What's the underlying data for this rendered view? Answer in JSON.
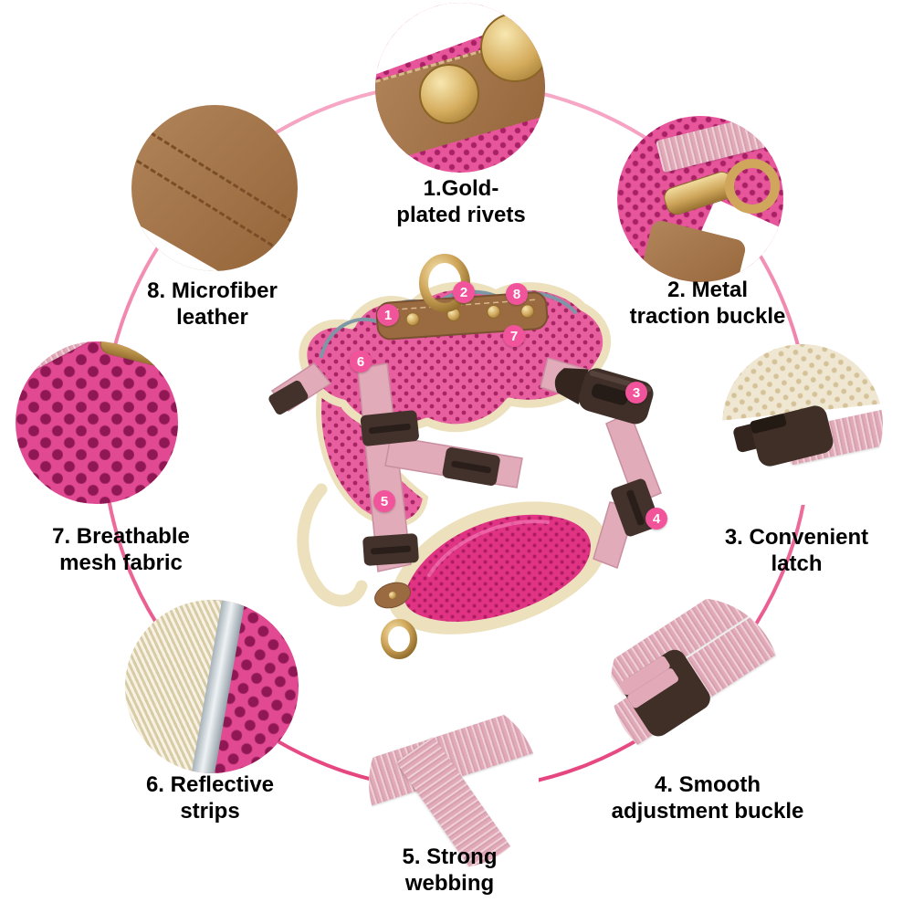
{
  "ring": {
    "color_top": "#f7aac7",
    "color_bottom": "#e6447e"
  },
  "badge_color": "#f2549b",
  "badges": [
    "1",
    "2",
    "3",
    "4",
    "5",
    "6",
    "7",
    "8"
  ],
  "features": [
    {
      "num": "1",
      "line1": "1.Gold-",
      "line2": "plated rivets",
      "photo": "gold-plated rivets on brown leather strap over pink mesh"
    },
    {
      "num": "2",
      "line1": "2. Metal",
      "line2": "traction buckle",
      "photo": "gold metal traction buckle with leather and pink mesh"
    },
    {
      "num": "3",
      "line1": "3. Convenient",
      "line2": "latch",
      "photo": "brown side-release latch with pink strap and beige mesh"
    },
    {
      "num": "4",
      "line1": "4. Smooth",
      "line2": "adjustment buckle",
      "photo": "pink webbing through brown adjustment slider"
    },
    {
      "num": "5",
      "line1": "5. Strong",
      "line2": "webbing",
      "photo": "folded pink nylon webbing straps"
    },
    {
      "num": "6",
      "line1": "6. Reflective",
      "line2": "strips",
      "photo": "silver reflective strip between beige fabric and pink mesh"
    },
    {
      "num": "7",
      "line1": "7. Breathable",
      "line2": "mesh fabric",
      "photo": "hot pink breathable mesh close-up"
    },
    {
      "num": "8",
      "line1": "8. Microfiber",
      "line2": "leather",
      "photo": "brown microfiber leather with stitching"
    }
  ]
}
